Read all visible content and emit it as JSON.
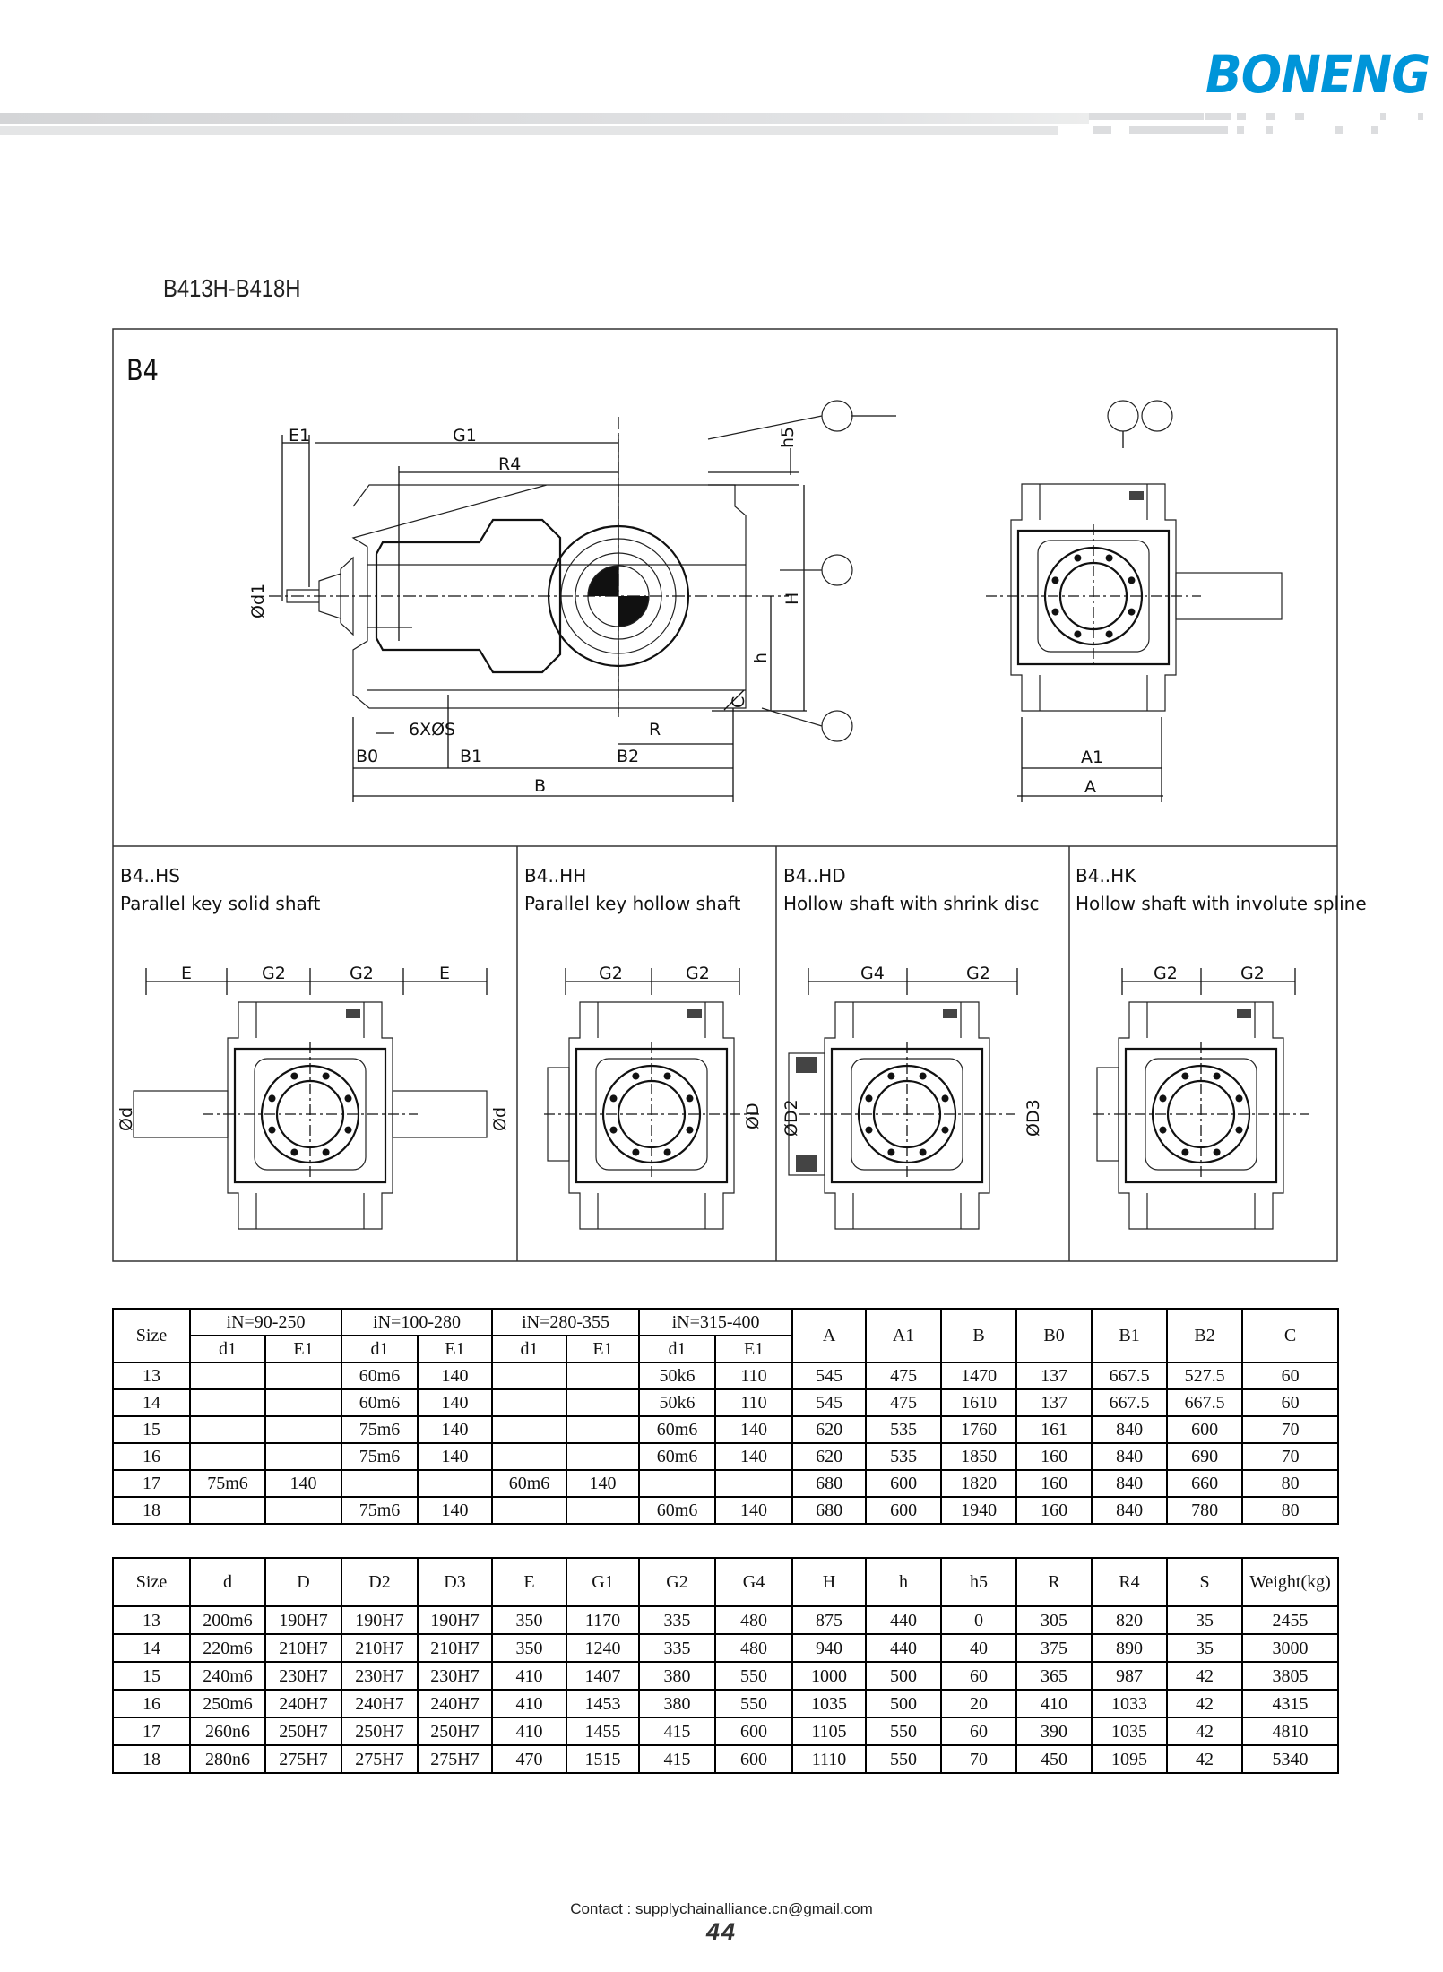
{
  "header": {
    "brand": "BONENG",
    "brand_color": "#0095d9"
  },
  "title": "B413H-B418H",
  "drawing": {
    "main_label": "B4",
    "main_dims": {
      "E1": "E1",
      "G1": "G1",
      "R4": "R4",
      "h5": "h5",
      "H": "H",
      "h": "h",
      "C": "C",
      "d1": "Ød1",
      "S": "6XØS",
      "R": "R",
      "B0": "B0",
      "B1": "B1",
      "B2": "B2",
      "B": "B",
      "A1": "A1",
      "A": "A"
    },
    "panels": [
      {
        "code": "B4..HS",
        "desc": "Parallel key solid shaft",
        "dims": [
          "E",
          "G2",
          "G2",
          "E",
          "Ød",
          "Ød"
        ]
      },
      {
        "code": "B4..HH",
        "desc": "Parallel key hollow shaft",
        "dims": [
          "G2",
          "G2",
          "ØD"
        ]
      },
      {
        "code": "B4..HD",
        "desc": "Hollow shaft with shrink disc",
        "dims": [
          "G4",
          "G2",
          "ØD2",
          "ØD3"
        ]
      },
      {
        "code": "B4..HK",
        "desc": "Hollow shaft with involute spline",
        "dims": [
          "G2",
          "G2"
        ]
      }
    ]
  },
  "table1": {
    "size_label": "Size",
    "groups": [
      "iN=90-250",
      "iN=100-280",
      "iN=280-355",
      "iN=315-400"
    ],
    "sub": [
      "d1",
      "E1"
    ],
    "right_cols": [
      "A",
      "A1",
      "B",
      "B0",
      "B1",
      "B2",
      "C"
    ],
    "rows": [
      [
        "13",
        "",
        "",
        "60m6",
        "140",
        "",
        "",
        "50k6",
        "110",
        "545",
        "475",
        "1470",
        "137",
        "667.5",
        "527.5",
        "60"
      ],
      [
        "14",
        "",
        "",
        "60m6",
        "140",
        "",
        "",
        "50k6",
        "110",
        "545",
        "475",
        "1610",
        "137",
        "667.5",
        "667.5",
        "60"
      ],
      [
        "15",
        "",
        "",
        "75m6",
        "140",
        "",
        "",
        "60m6",
        "140",
        "620",
        "535",
        "1760",
        "161",
        "840",
        "600",
        "70"
      ],
      [
        "16",
        "",
        "",
        "75m6",
        "140",
        "",
        "",
        "60m6",
        "140",
        "620",
        "535",
        "1850",
        "160",
        "840",
        "690",
        "70"
      ],
      [
        "17",
        "75m6",
        "140",
        "",
        "",
        "60m6",
        "140",
        "",
        "",
        "680",
        "600",
        "1820",
        "160",
        "840",
        "660",
        "80"
      ],
      [
        "18",
        "",
        "",
        "75m6",
        "140",
        "",
        "",
        "60m6",
        "140",
        "680",
        "600",
        "1940",
        "160",
        "840",
        "780",
        "80"
      ]
    ]
  },
  "table2": {
    "columns": [
      "Size",
      "d",
      "D",
      "D2",
      "D3",
      "E",
      "G1",
      "G2",
      "G4",
      "H",
      "h",
      "h5",
      "R",
      "R4",
      "S",
      "Weight(kg)"
    ],
    "rows": [
      [
        "13",
        "200m6",
        "190H7",
        "190H7",
        "190H7",
        "350",
        "1170",
        "335",
        "480",
        "875",
        "440",
        "0",
        "305",
        "820",
        "35",
        "2455"
      ],
      [
        "14",
        "220m6",
        "210H7",
        "210H7",
        "210H7",
        "350",
        "1240",
        "335",
        "480",
        "940",
        "440",
        "40",
        "375",
        "890",
        "35",
        "3000"
      ],
      [
        "15",
        "240m6",
        "230H7",
        "230H7",
        "230H7",
        "410",
        "1407",
        "380",
        "550",
        "1000",
        "500",
        "60",
        "365",
        "987",
        "42",
        "3805"
      ],
      [
        "16",
        "250m6",
        "240H7",
        "240H7",
        "240H7",
        "410",
        "1453",
        "380",
        "550",
        "1035",
        "500",
        "20",
        "410",
        "1033",
        "42",
        "4315"
      ],
      [
        "17",
        "260n6",
        "250H7",
        "250H7",
        "250H7",
        "410",
        "1455",
        "415",
        "600",
        "1105",
        "550",
        "60",
        "390",
        "1035",
        "42",
        "4810"
      ],
      [
        "18",
        "280n6",
        "275H7",
        "275H7",
        "275H7",
        "470",
        "1515",
        "415",
        "600",
        "1110",
        "550",
        "70",
        "450",
        "1095",
        "42",
        "5340"
      ]
    ]
  },
  "footer": {
    "contact": "Contact : supplychainalliance.cn@gmail.com",
    "page": "44"
  }
}
